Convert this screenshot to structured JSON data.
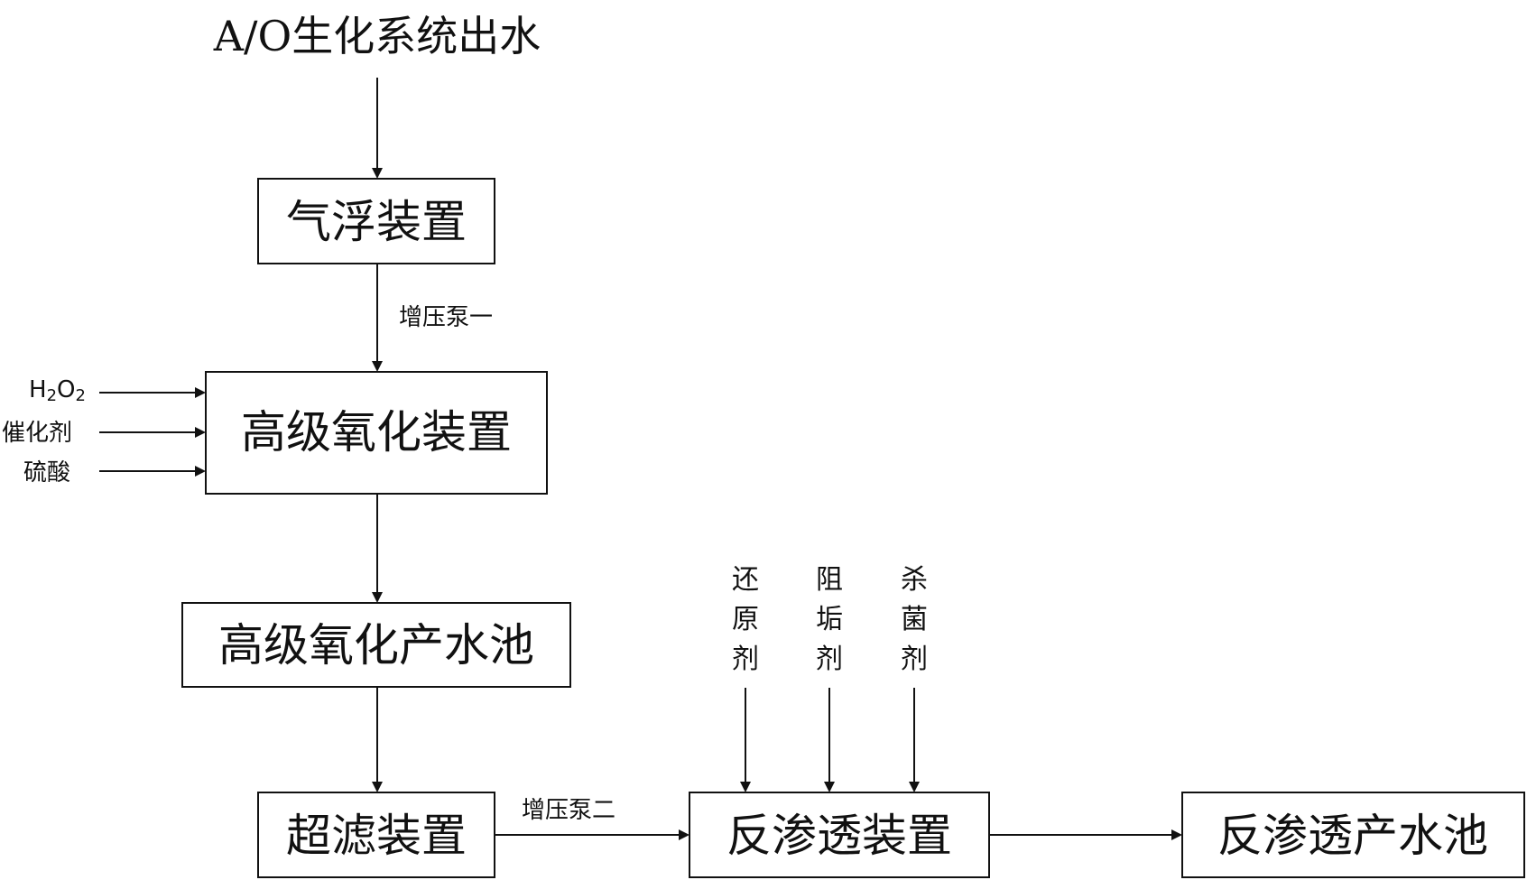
{
  "source": {
    "title": "A/O生化系统出水"
  },
  "boxes": {
    "flotation": "气浮装置",
    "advanced_oxidation": "高级氧化装置",
    "ao_product_pool": "高级氧化产水池",
    "ultrafiltration": "超滤装置",
    "reverse_osmosis": "反渗透装置",
    "ro_product_pool": "反渗透产水池"
  },
  "pumps": {
    "booster_pump_1": "增压泵一",
    "booster_pump_2": "增压泵二"
  },
  "chemicals_oxidation": {
    "h2o2_main": "H",
    "h2o2_sub1": "2",
    "h2o2_mid": "O",
    "h2o2_sub2": "2",
    "catalyst": "催化剂",
    "sulfuric_acid": "硫酸"
  },
  "chemicals_ro": {
    "reducing_agent": [
      "还",
      "原",
      "剂"
    ],
    "antiscalant": [
      "阻",
      "垢",
      "剂"
    ],
    "biocide": [
      "杀",
      "菌",
      "剂"
    ]
  }
}
